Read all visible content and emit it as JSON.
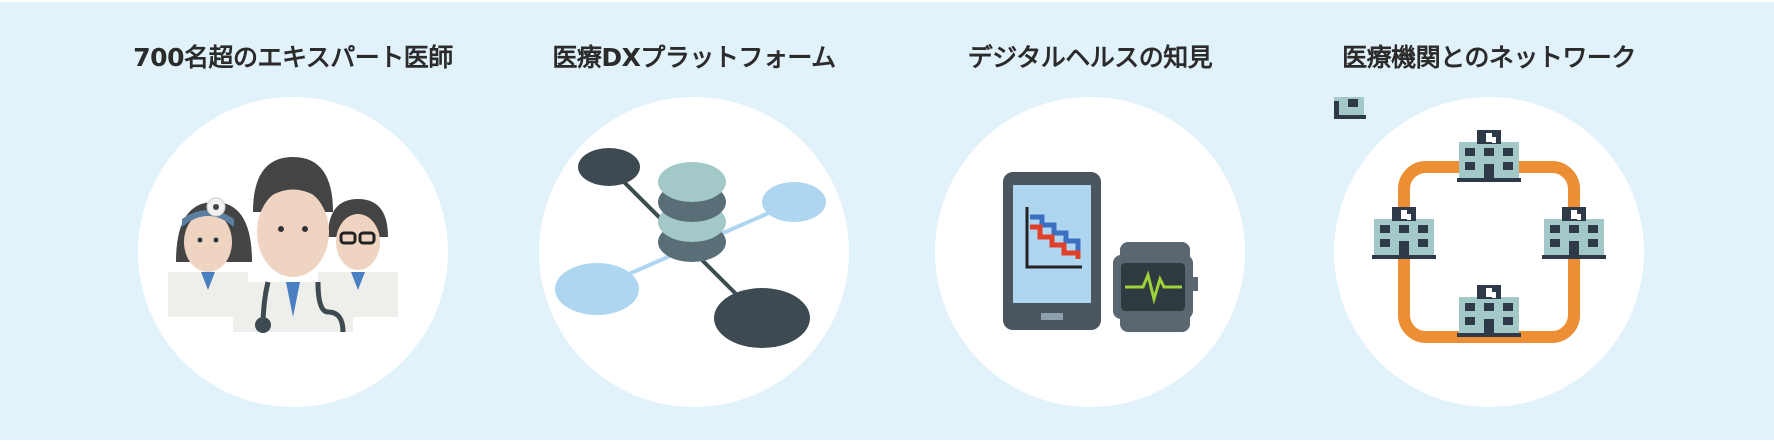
{
  "features": [
    {
      "title": "700名超のエキスパート医師",
      "icon": "doctors-icon"
    },
    {
      "title": "医療DXプラットフォーム",
      "icon": "data-network-icon"
    },
    {
      "title": "デジタルヘルスの知見",
      "icon": "smartphone-smartwatch-icon"
    },
    {
      "title": "医療機関とのネットワーク",
      "icon": "hospital-network-icon"
    }
  ],
  "colors": {
    "background": "#e2f2fb",
    "orange": "#ec8f34",
    "dark": "#3d4a52",
    "teal": "#a3c8c8",
    "lightblue": "#aed6f1"
  }
}
